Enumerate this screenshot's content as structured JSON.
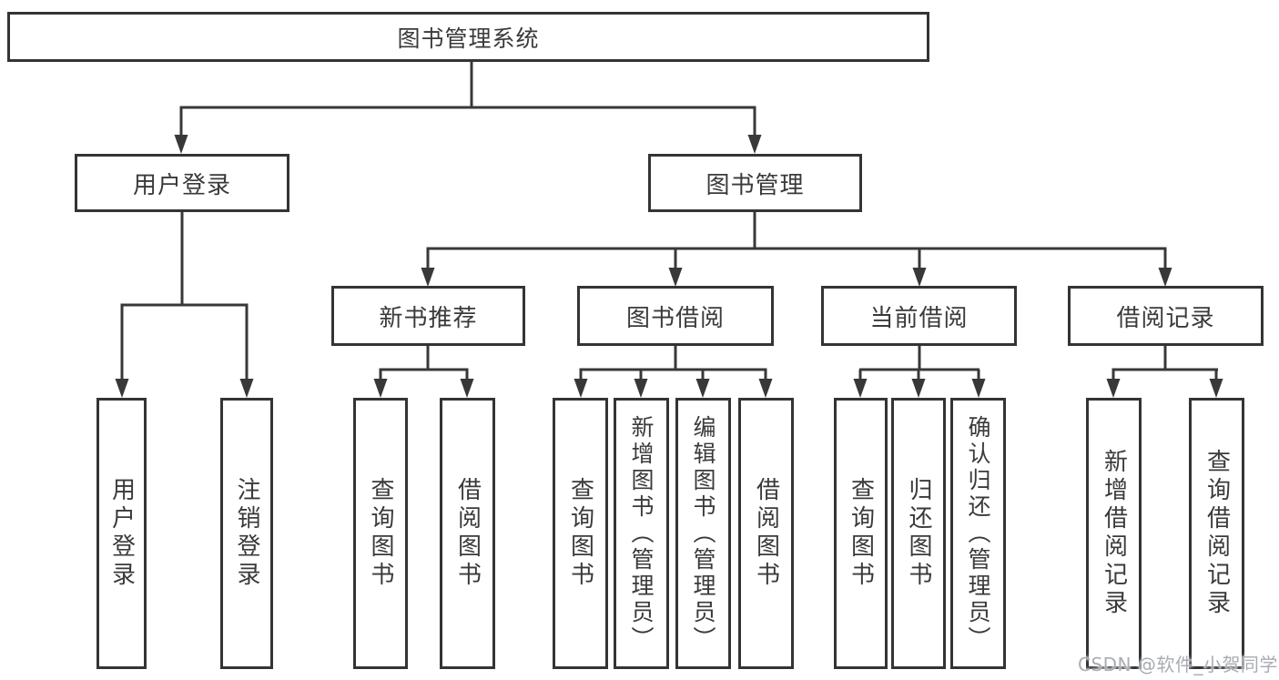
{
  "diagram": {
    "root": {
      "label": "图书管理系统"
    },
    "branches": [
      {
        "label": "用户登录",
        "children": [
          "用户登录",
          "注销登录"
        ]
      },
      {
        "label": "图书管理",
        "sections": [
          {
            "label": "新书推荐",
            "children": [
              "查询图书",
              "借阅图书"
            ]
          },
          {
            "label": "图书借阅",
            "children": [
              "查询图书",
              "新增图书（管理员）",
              "编辑图书（管理员）",
              "借阅图书"
            ]
          },
          {
            "label": "当前借阅",
            "children": [
              "查询图书",
              "归还图书",
              "确认归还（管理员）"
            ]
          },
          {
            "label": "借阅记录",
            "children": [
              "新增借阅记录",
              "查询借阅记录"
            ]
          }
        ]
      }
    ]
  },
  "watermark": {
    "text": "CSDN @软件_小贺同学"
  },
  "colors": {
    "line": "#383838",
    "border": "#343434",
    "text": "#3a3a3a",
    "background": "#ffffff",
    "watermark": "#a9acb1"
  }
}
